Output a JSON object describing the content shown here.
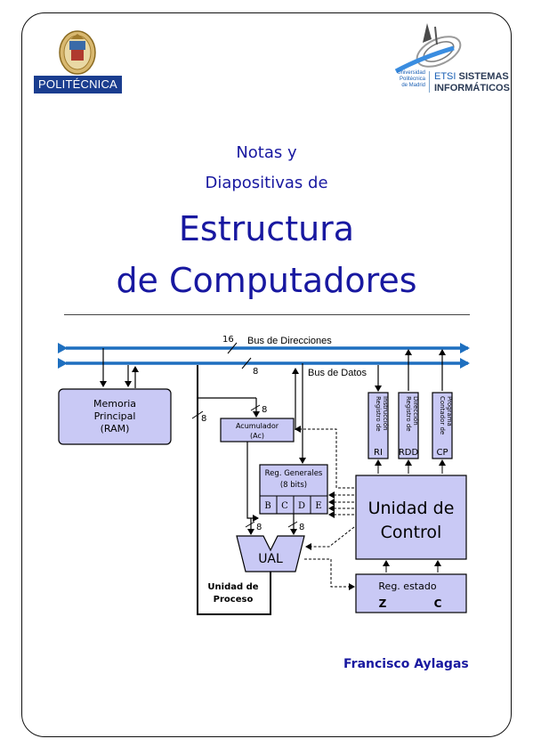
{
  "header": {
    "left_logo_text": "POLITÉCNICA",
    "right_logo": {
      "university_line1": "Universidad",
      "university_line2": "Politécnica",
      "university_line3": "de Madrid",
      "prefix": "ETSI",
      "line1": "SISTEMAS",
      "line2": "INFORMÁTICOS"
    }
  },
  "title": {
    "line1": "Notas y",
    "line2": "Diapositivas de",
    "line3": "Estructura",
    "line4": "de Computadores"
  },
  "diagram": {
    "bus_addresses": "Bus de Direcciones",
    "bus_addresses_width": "16",
    "bus_data": "Bus de Datos",
    "bus_data_width": "8",
    "memory": [
      "Memoria",
      "Principal",
      "(RAM)"
    ],
    "accumulator": [
      "Acumulador",
      "(Ac)"
    ],
    "reg_generales": [
      "Reg. Generales",
      "(8 bits)"
    ],
    "registers": [
      "B",
      "C",
      "D",
      "E"
    ],
    "ual": "UAL",
    "process_unit": [
      "Unidad de",
      "Proceso"
    ],
    "control_unit": [
      "Unidad de",
      "Control"
    ],
    "reg_estado": "Reg. estado",
    "flags": [
      "Z",
      "C"
    ],
    "ri": {
      "label": [
        "Registro de",
        "Instrucción"
      ],
      "code": "RI"
    },
    "rdd": {
      "label": [
        "Registro de",
        "Dirección"
      ],
      "code": "RDD"
    },
    "cp": {
      "label": [
        "Contador de",
        "Programa"
      ],
      "code": "CP"
    },
    "width_8": "8"
  },
  "author": "Francisco Aylagas",
  "colors": {
    "title": "#1818a0",
    "bus": "#1e6fbf",
    "box_fill": "#c9c9f5",
    "badge": "#1a3d8f"
  }
}
